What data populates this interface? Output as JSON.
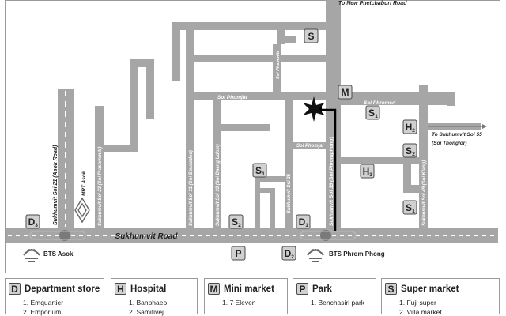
{
  "roads": {
    "sukhumvit_road": "Sukhumvit Road",
    "to_new_phetchaburi": "To New Phetchaburi Road",
    "to_sukhumvit_soi55": "To Sukhumvit Soi 55",
    "soi_thonglor": "(Soi Thonglor)",
    "soi21": "Sukhumvit Soi 21 (Asok Road)",
    "soi23": "Sukhumvit Soi 23 (Soi Prasarnmitr)",
    "soi31": "Sukhumvit Soi 31 (Soi Sawasdee)",
    "soi33": "Sukhumvit Soi 33 (Soi Daeng Udom)",
    "soi35": "Sukhumvit Soi 35",
    "soi39": "Sukhumvit Soi 39 (Soi Phromphong)",
    "soi49": "Sukhumvit Soi 49 (Soi Klang)",
    "soi_phommitr": "Soi Phommitr",
    "soi_phomjitr": "Soi Phomjitr",
    "soi_phromsri": "Soi Phromsri",
    "soi_phomjai": "Soi Phomjai"
  },
  "stations": {
    "bts_asok": "BTS Asok",
    "bts_phrom_phong": "BTS Phrom Phong",
    "mrt_asok": "MRT Asok",
    "bts_logo": "BTS"
  },
  "markers": [
    {
      "letter": "S",
      "num": ""
    },
    {
      "letter": "M",
      "num": ""
    },
    {
      "letter": "S",
      "num": "1"
    },
    {
      "letter": "H",
      "num": "2"
    },
    {
      "letter": "S",
      "num": "2"
    },
    {
      "letter": "H",
      "num": "1"
    },
    {
      "letter": "S",
      "num": "1"
    },
    {
      "letter": "S",
      "num": "1"
    },
    {
      "letter": "D",
      "num": "3"
    },
    {
      "letter": "S",
      "num": "2"
    },
    {
      "letter": "D",
      "num": "1"
    },
    {
      "letter": "P",
      "num": ""
    },
    {
      "letter": "D",
      "num": "2"
    }
  ],
  "legend": [
    {
      "letter": "D",
      "title": "Department store",
      "items": [
        "1. Emquartier",
        "2. Emporium"
      ]
    },
    {
      "letter": "H",
      "title": "Hospital",
      "items": [
        "1. Banphaeo",
        "2. Samitivej"
      ]
    },
    {
      "letter": "M",
      "title": "Mini market",
      "items": [
        "1. 7 Eleven"
      ]
    },
    {
      "letter": "P",
      "title": "Park",
      "items": [
        "1. Benchasiri park"
      ]
    },
    {
      "letter": "S",
      "title": "Super market",
      "items": [
        "1. Fuji super",
        "2. Villa market"
      ]
    }
  ],
  "colors": {
    "road": "#a6a6a6",
    "road_edge": "#8f8f8f",
    "marker_fill": "#d0d0d0",
    "marker_border": "#4a4a4a",
    "route": "#000000",
    "text": "#222222"
  }
}
